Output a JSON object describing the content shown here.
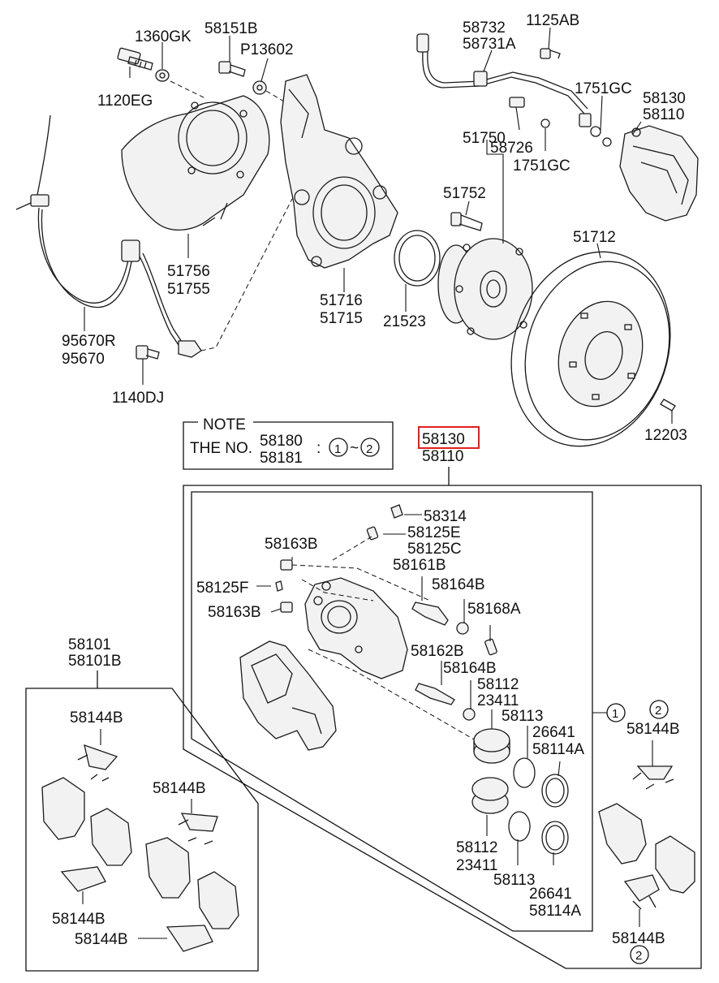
{
  "labels": {
    "l1360GK": "1360GK",
    "l58151B": "58151B",
    "lP13602": "P13602",
    "l1120EG": "1120EG",
    "l58732": "58732",
    "l58731A": "58731A",
    "l1125AB": "1125AB",
    "l1751GC_a": "1751GC",
    "l58130_top": "58130",
    "l58110_top": "58110",
    "l51750": "51750",
    "l58726": "58726",
    "l1751GC_b": "1751GC",
    "l51752": "51752",
    "l51756": "51756",
    "l51755": "51755",
    "l51716": "51716",
    "l51715": "51715",
    "l21523": "21523",
    "l51712": "51712",
    "l95670R": "95670R",
    "l95670": "95670",
    "l1140DJ": "1140DJ",
    "l12203": "12203",
    "l58130_box": "58130",
    "l58110_box": "58110",
    "l58314": "58314",
    "l58125E": "58125E",
    "l58125C": "58125C",
    "l58163B_a": "58163B",
    "l58161B": "58161B",
    "l58125F": "58125F",
    "l58164B_a": "58164B",
    "l58163B_b": "58163B",
    "l58168A": "58168A",
    "l58162B": "58162B",
    "l58164B_b": "58164B",
    "l58112_a": "58112",
    "l23411_a": "23411",
    "l58113_a": "58113",
    "l26641_a": "26641",
    "l58114A_a": "58114A",
    "l58112_b": "58112",
    "l23411_b": "23411",
    "l58113_b": "58113",
    "l26641_b": "26641",
    "l58114A_b": "58114A",
    "l58101": "58101",
    "l58101B": "58101B",
    "l58144B_a": "58144B",
    "l58144B_b": "58144B",
    "l58144B_c": "58144B",
    "l58144B_d": "58144B",
    "l58144B_right_top": "58144B",
    "l58144B_right_bot": "58144B"
  },
  "note": {
    "title": "NOTE",
    "prefix": "THE NO.",
    "num1": "58180",
    "num2": "58181",
    "range": ":",
    "circ_a": "1",
    "tilde": "~",
    "circ_b": "2"
  },
  "callouts": {
    "c1": "1",
    "c2_top": "2",
    "c2_bot": "2"
  },
  "highlight_color": "#e01f1f"
}
